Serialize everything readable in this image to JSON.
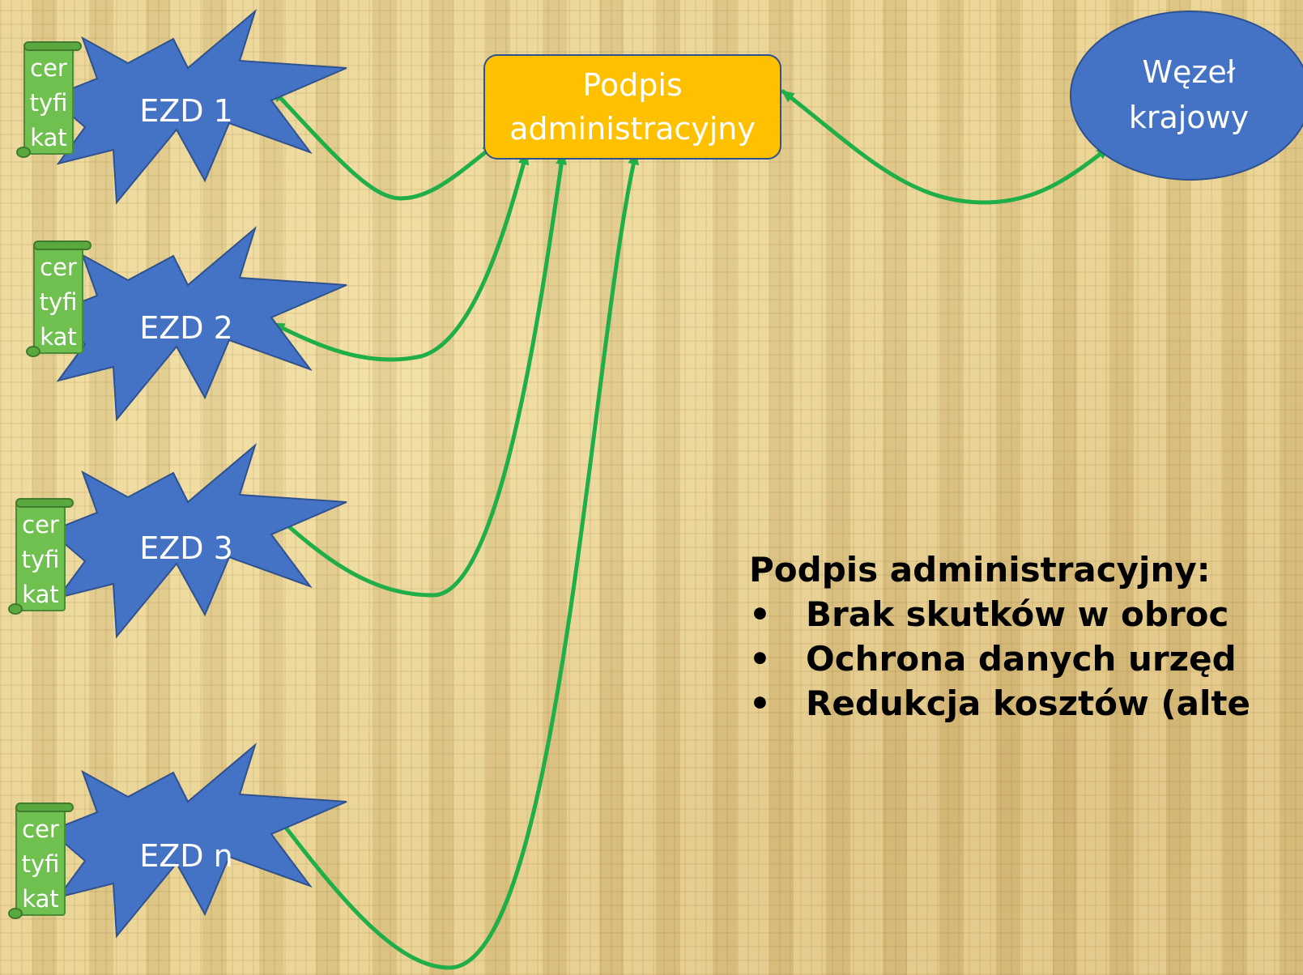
{
  "ezd_nodes": [
    {
      "label": "EZD 1",
      "cert_lines": [
        "cer",
        "tyfi",
        "kat"
      ]
    },
    {
      "label": "EZD 2",
      "cert_lines": [
        "cer",
        "tyfi",
        "kat"
      ]
    },
    {
      "label": "EZD 3",
      "cert_lines": [
        "cer",
        "tyfi",
        "kat"
      ]
    },
    {
      "label": "EZD n",
      "cert_lines": [
        "cer",
        "tyfi",
        "kat"
      ]
    }
  ],
  "admin_box": {
    "line1": "Podpis",
    "line2": "administracyjny"
  },
  "wezel": {
    "line1": "Węzeł",
    "line2": "krajowy"
  },
  "notes": {
    "heading": "Podpis administracyjny:",
    "bullet_char": "•",
    "items": [
      "Brak skutków w obroc",
      "Ochrona danych urzęd",
      "Redukcja kosztów (alte"
    ]
  },
  "colors": {
    "ezd": "#4472c4",
    "certificate": "#70c050",
    "admin_box": "#ffc000",
    "wezel": "#4472c4",
    "connector": "#1fae48"
  }
}
